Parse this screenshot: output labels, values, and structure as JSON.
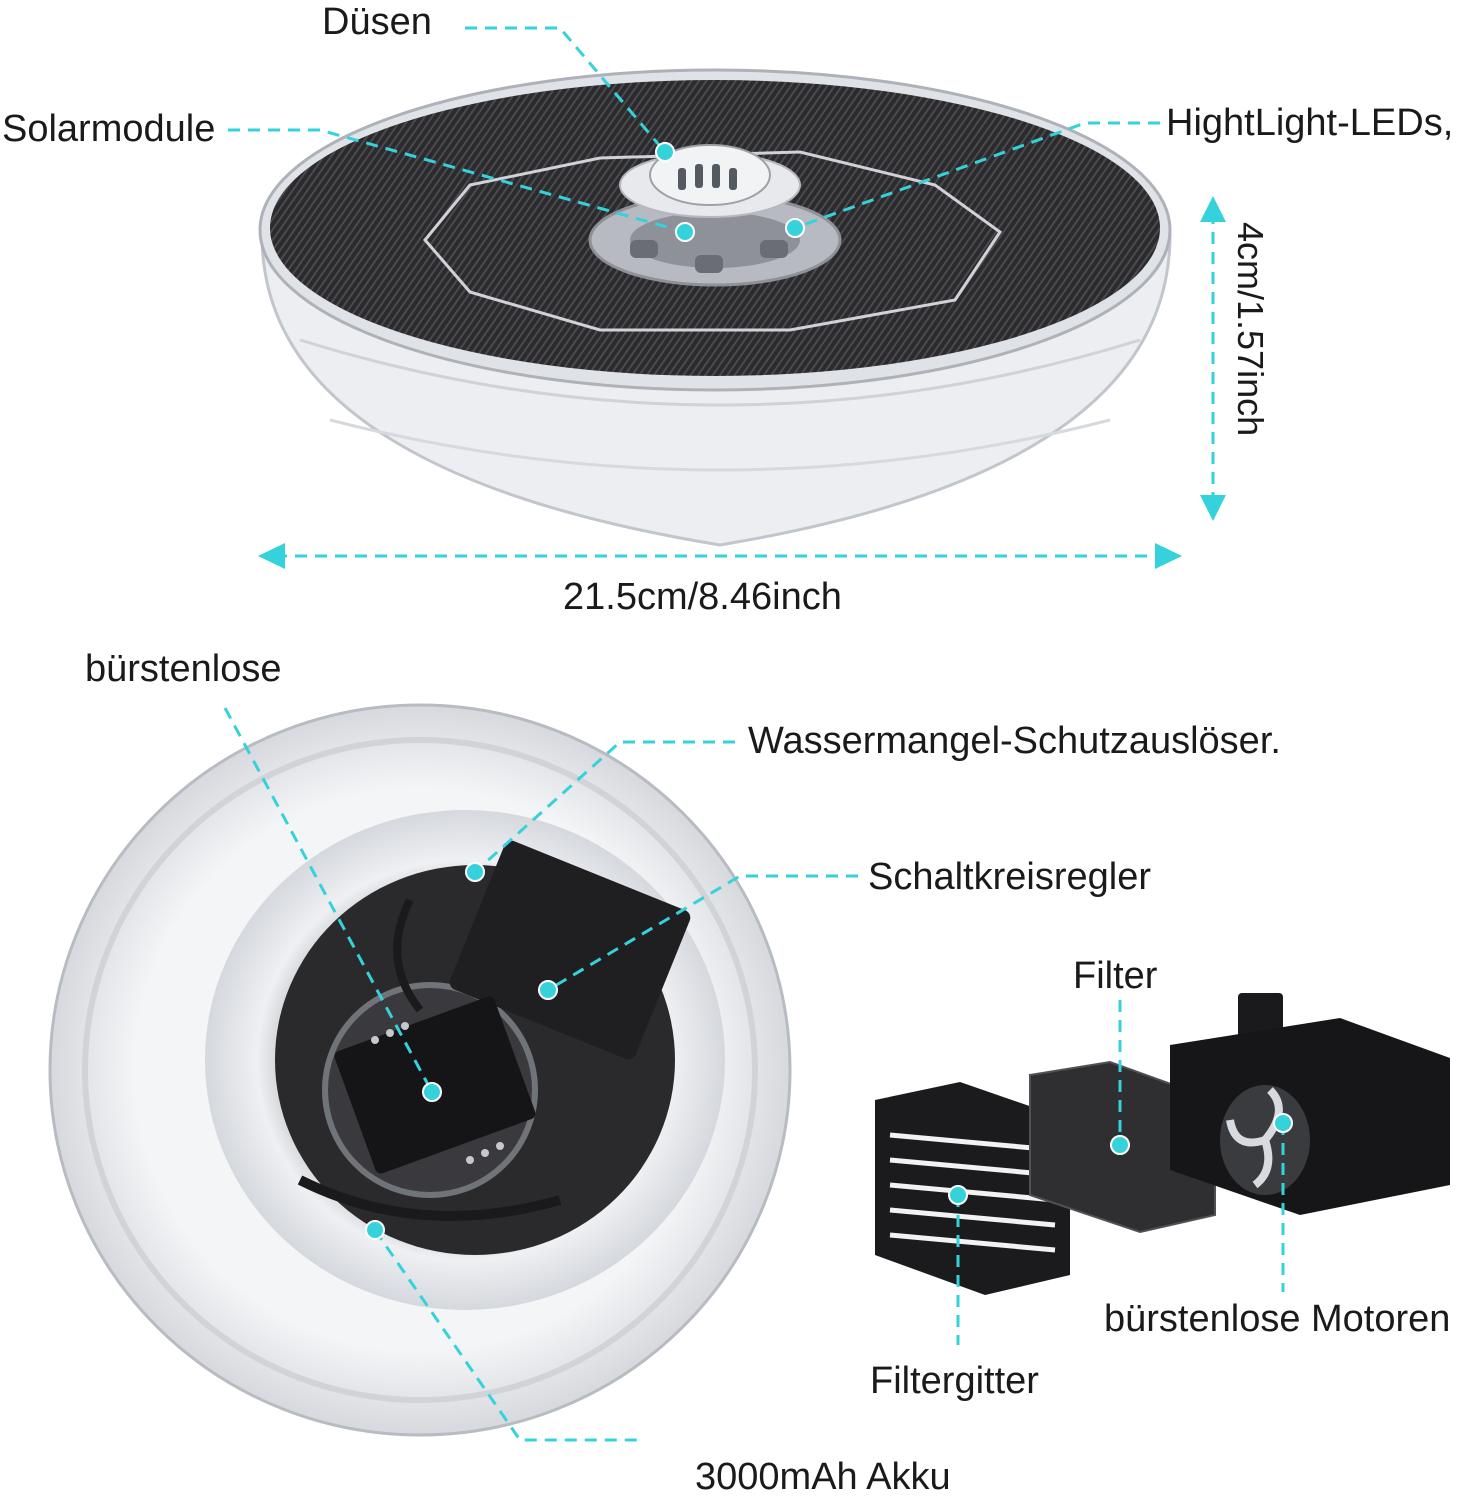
{
  "colors": {
    "accent": "#35d2dc",
    "panel": "#2a2a2d",
    "shell": "#e9ecef",
    "dark_part": "#1c1c1e"
  },
  "top_product": {
    "labels": {
      "nozzles": "Düsen",
      "solar_modules": "Solarmodule",
      "leds": "HightLight-LEDs,"
    },
    "dimensions": {
      "height": "4cm/1.57inch",
      "diameter": "21.5cm/8.46inch"
    }
  },
  "bottom_product": {
    "labels": {
      "brushless": "bürstenlose",
      "dry_run_protection": "Wassermangel-Schutzauslöser.",
      "circuit_controller": "Schaltkreisregler",
      "battery": "3000mAh Akku"
    }
  },
  "pump_parts": {
    "labels": {
      "filter": "Filter",
      "filter_grid": "Filtergitter",
      "brushless_motors": "bürstenlose Motoren"
    }
  }
}
